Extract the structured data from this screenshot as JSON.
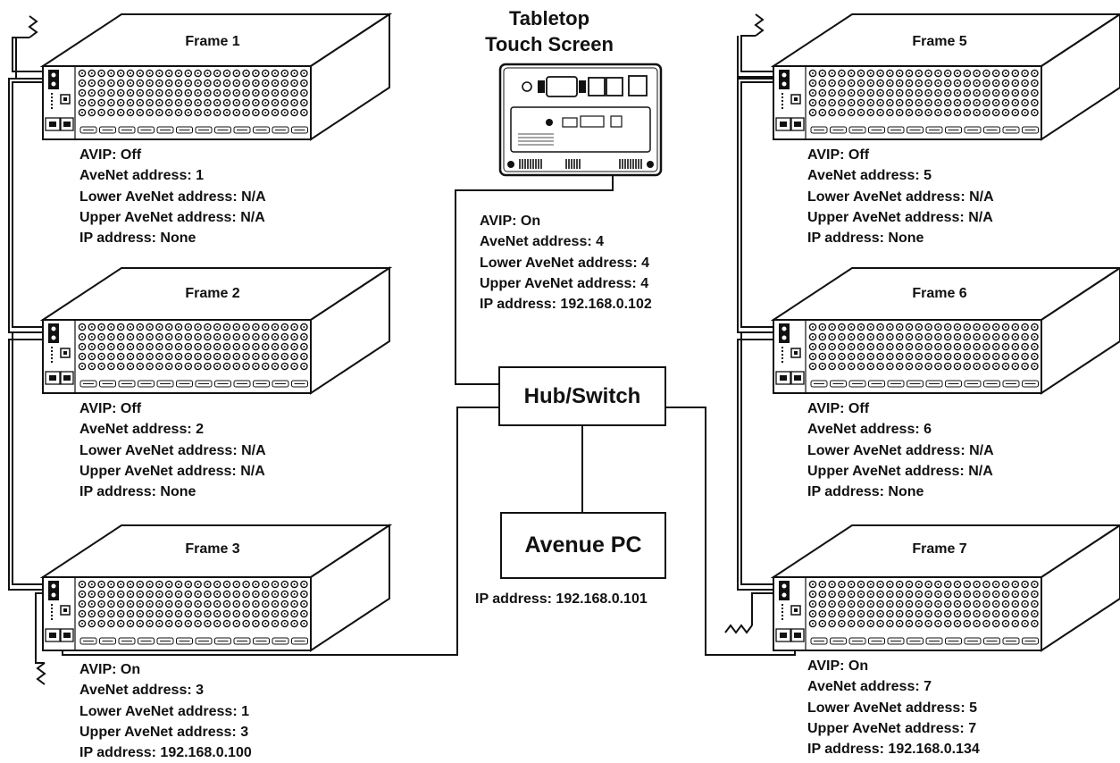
{
  "touch_screen": {
    "title_line1": "Tabletop",
    "title_line2": "Touch Screen",
    "avip": "AVIP: On",
    "avenet": "AveNet address: 4",
    "lower": "Lower AveNet address: 4",
    "upper": "Upper AveNet address: 4",
    "ip": "IP address: 192.168.0.102"
  },
  "hub": {
    "label": "Hub/Switch"
  },
  "pc": {
    "label": "Avenue PC",
    "ip": "IP address: 192.168.0.101"
  },
  "frames": [
    {
      "title": "Frame 1",
      "avip": "AVIP: Off",
      "avenet": "AveNet address: 1",
      "lower": "Lower AveNet address: N/A",
      "upper": "Upper AveNet address: N/A",
      "ip": "IP address: None"
    },
    {
      "title": "Frame 2",
      "avip": "AVIP: Off",
      "avenet": "AveNet address: 2",
      "lower": "Lower AveNet address: N/A",
      "upper": "Upper AveNet address: N/A",
      "ip": "IP address: None"
    },
    {
      "title": "Frame 3",
      "avip": "AVIP: On",
      "avenet": "AveNet address: 3",
      "lower": "Lower AveNet address: 1",
      "upper": "Upper AveNet address: 3",
      "ip": "IP address: 192.168.0.100"
    },
    {
      "title": "Frame 5",
      "avip": "AVIP: Off",
      "avenet": "AveNet address: 5",
      "lower": "Lower AveNet address: N/A",
      "upper": "Upper AveNet address: N/A",
      "ip": "IP address: None"
    },
    {
      "title": "Frame 6",
      "avip": "AVIP: Off",
      "avenet": "AveNet address: 6",
      "lower": "Lower AveNet address: N/A",
      "upper": "Upper AveNet address: N/A",
      "ip": "IP address: None"
    },
    {
      "title": "Frame 7",
      "avip": "AVIP: On",
      "avenet": "AveNet address: 7",
      "lower": "Lower AveNet address: 5",
      "upper": "Upper AveNet address: 7",
      "ip": "IP address: 192.168.0.134"
    }
  ]
}
